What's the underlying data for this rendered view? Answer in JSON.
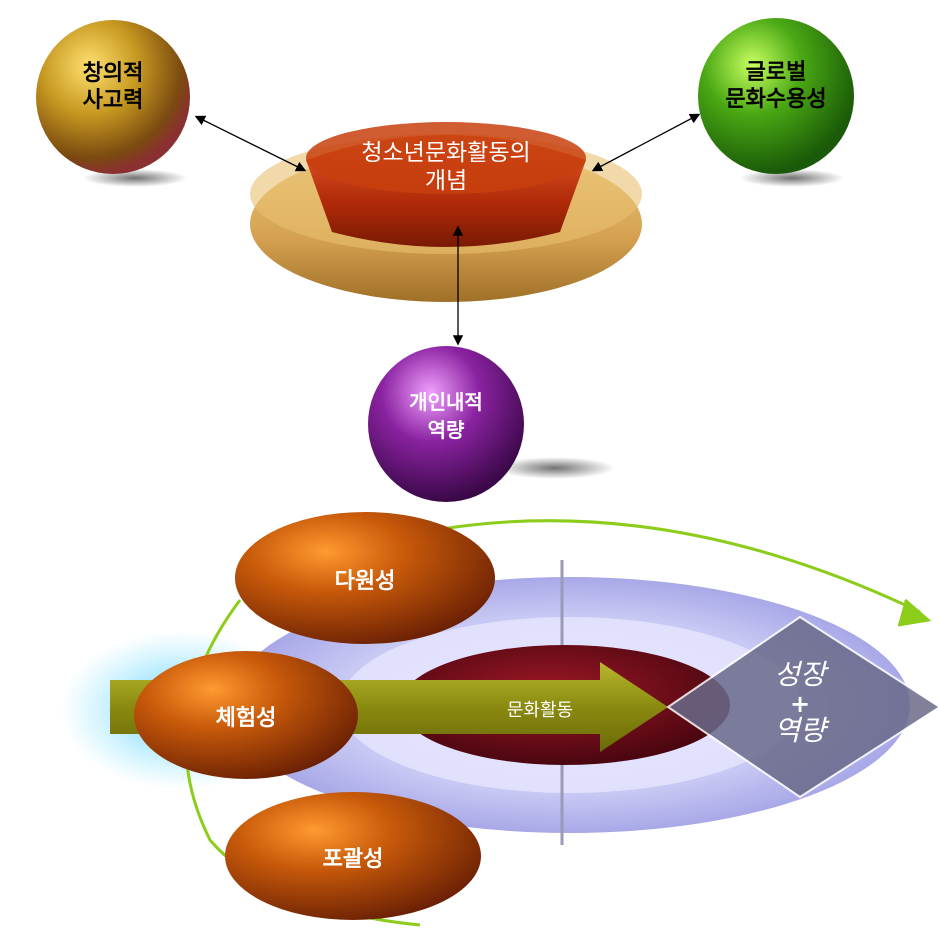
{
  "top_diagram": {
    "center_title": "청소년문화활동의",
    "center_title_2": "개념",
    "sphere_left_1": "창의적",
    "sphere_left_2": "사고력",
    "sphere_right_1": "글로벌",
    "sphere_right_2": "문화수용성",
    "sphere_bottom_1": "개인내적",
    "sphere_bottom_2": "역량",
    "colors": {
      "left": "#a8801a",
      "right": "#3a9a10",
      "bottom": "#7a1a8c",
      "dish": "#d9a85a",
      "dish_center": "#b8320a"
    }
  },
  "bottom_diagram": {
    "oval_top": "다원성",
    "oval_middle": "체험성",
    "oval_bottom": "포괄성",
    "arrow_label": "문화활동",
    "diamond_line_1": "성장",
    "diamond_line_2": "+",
    "diamond_line_3": "역량",
    "colors": {
      "oval": "#b8560a",
      "arrow": "#8a8a12",
      "ring": "#c8c8f0",
      "core": "#6a0a14",
      "curve": "#8ccc1a"
    }
  }
}
